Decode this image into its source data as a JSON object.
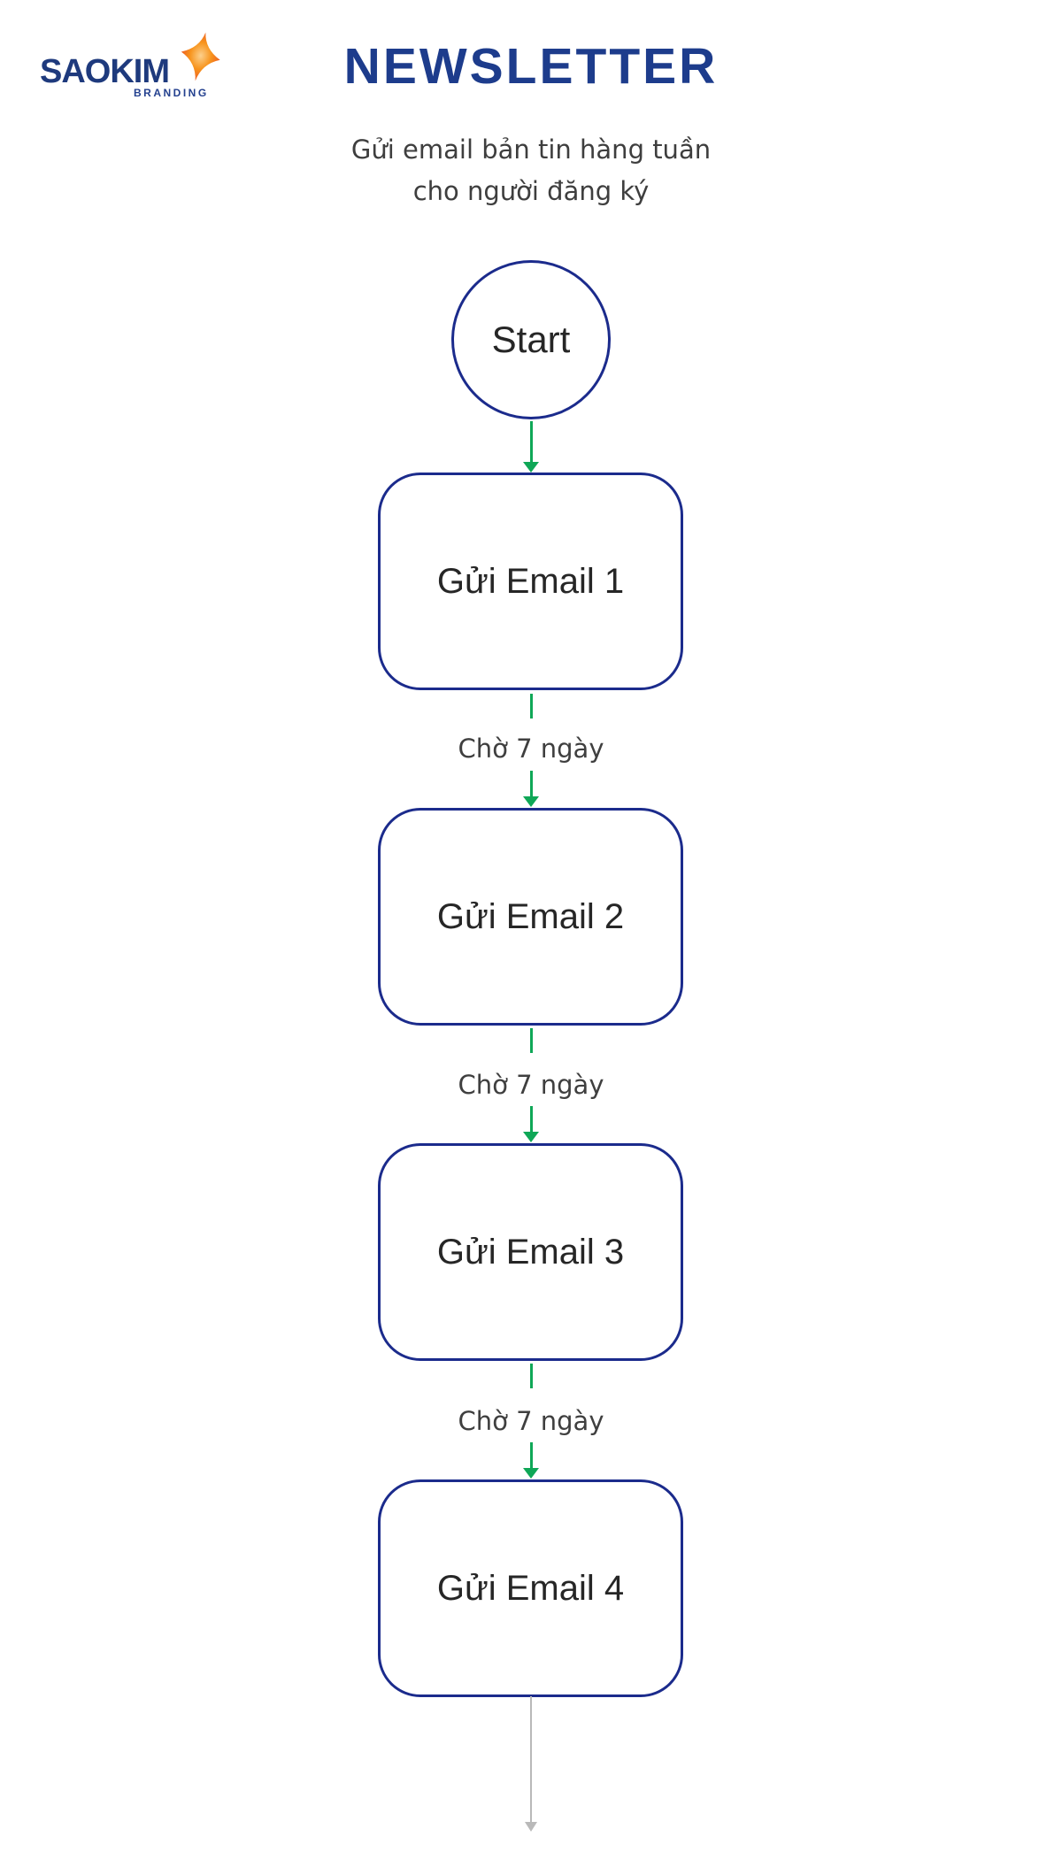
{
  "brand": {
    "name": "SAOKIM",
    "tagline": "BRANDING",
    "name_color": "#1e3a7d",
    "star_colors": {
      "inner": "#fcd08c",
      "mid": "#f7941d",
      "outer": "#ea4724"
    }
  },
  "header": {
    "title": "NEWSLETTER",
    "title_color": "#1d3c8c",
    "subtitle_line1": "Gửi email bản tin hàng tuần",
    "subtitle_line2": "cho người đăng ký",
    "subtitle_color": "#3e3e3e"
  },
  "flow": {
    "start_label": "Start",
    "wait_label": "Chờ 7 ngày",
    "nodes": [
      {
        "label": "Gửi Email 1"
      },
      {
        "label": "Gửi Email 2"
      },
      {
        "label": "Gửi Email 3"
      },
      {
        "label": "Gửi Email 4"
      }
    ],
    "colors": {
      "node_border": "#1b2b8c",
      "connector_green": "#0fa757",
      "terminal_gray": "#b9b9b9",
      "wait_label_color": "#3f3f3f",
      "node_text": "#262626"
    }
  }
}
